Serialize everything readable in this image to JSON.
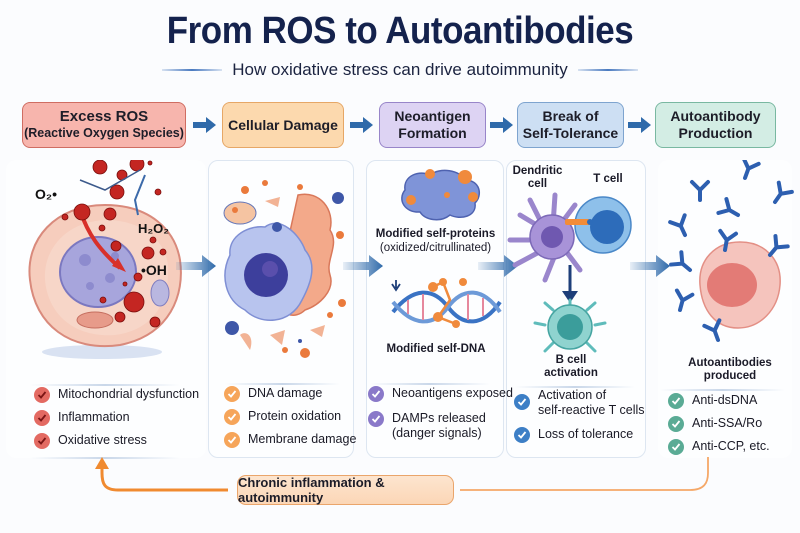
{
  "header": {
    "title": "From ROS to Autoantibodies",
    "subtitle": "How oxidative stress can drive autoimmunity"
  },
  "stages": [
    {
      "title": "Excess ROS",
      "subtitle": "(Reactive Oxygen Species)",
      "color": "#f7b5ad"
    },
    {
      "title": "Cellular Damage",
      "subtitle": "",
      "color": "#fcd9ae"
    },
    {
      "title": "Neoantigen",
      "subtitle": "Formation",
      "color": "#ddd3f3"
    },
    {
      "title": "Break of",
      "subtitle": "Self-Tolerance",
      "color": "#cddff3"
    },
    {
      "title": "Autoantibody",
      "subtitle": "Production",
      "color": "#d3ede4"
    }
  ],
  "illustrations": {
    "ros": {
      "labels": [
        "O₂•",
        "H₂O₂",
        "•OH"
      ]
    },
    "neoantigen": {
      "protein_label": "Modified self-proteins",
      "protein_sublabel": "(oxidized/citrullinated)",
      "dna_label": "Modified self-DNA"
    },
    "tolerance": {
      "dendritic_label_1": "Dendritic",
      "dendritic_label_2": "cell",
      "tcell_label": "T cell",
      "bcell_label_1": "B cell",
      "bcell_label_2": "activation"
    },
    "antibody": {
      "label_1": "Autoantibodies",
      "label_2": "produced"
    }
  },
  "checklists": [
    {
      "color": "#e36a62",
      "tick": "#7a1515",
      "items": [
        "Mitochondrial dysfunction",
        "Inflammation",
        "Oxidative stress"
      ]
    },
    {
      "color": "#f6a55a",
      "tick": "#ffffff",
      "items": [
        "DNA damage",
        "Protein oxidation",
        "Membrane damage"
      ]
    },
    {
      "color": "#8a79c9",
      "tick": "#ffffff",
      "items": [
        "Neoantigens exposed",
        "DAMPs released",
        "(danger signals)"
      ]
    },
    {
      "color": "#3d7fc6",
      "tick": "#ffffff",
      "items": [
        "Activation of",
        "self-reactive T cells",
        "Loss of tolerance"
      ]
    },
    {
      "color": "#5aab95",
      "tick": "#ffffff",
      "items": [
        "Anti-dsDNA",
        "Anti-SSA/Ro",
        "Anti-CCP, etc."
      ]
    }
  ],
  "feedback_loop": {
    "label": "Chronic inflammation & autoimmunity",
    "color": "#f08a30"
  },
  "colors": {
    "title": "#14224d",
    "arrow": "#2f6aaa"
  }
}
